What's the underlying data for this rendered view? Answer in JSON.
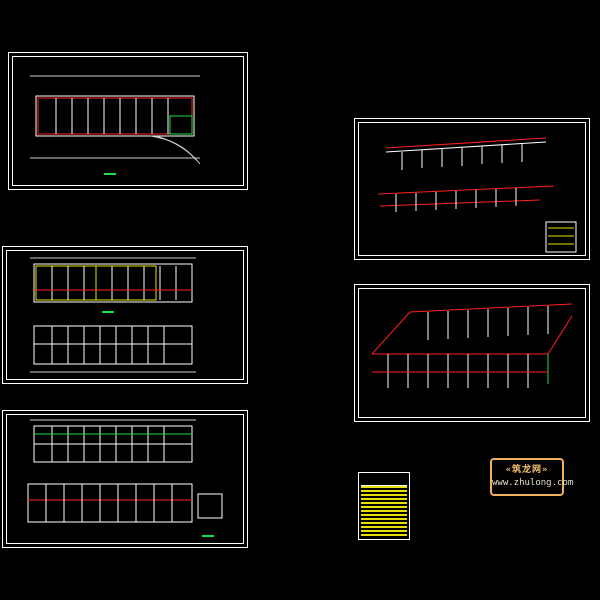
{
  "drawing": {
    "background": "#000000",
    "colors": {
      "frame": "#ffffff",
      "wall": "#ffffff",
      "pipe_red": "#ff2020",
      "pipe_green": "#20e040",
      "fixture_yellow": "#e8e000",
      "stamp_border": "#f0b060"
    },
    "sheets": [
      {
        "name": "sheet-site-plan",
        "content": "floor-plan"
      },
      {
        "name": "sheet-floor-plans-a",
        "content": "floor-plans-x2"
      },
      {
        "name": "sheet-floor-plans-b",
        "content": "floor-plans-x2"
      },
      {
        "name": "sheet-isometric-a",
        "content": "pipe-isometric"
      },
      {
        "name": "sheet-isometric-b",
        "content": "pipe-isometric"
      }
    ]
  },
  "stamp": {
    "line1": "«筑龙网»",
    "line2": "www.zhulong.com"
  },
  "legend": {
    "icon": "material-table"
  }
}
